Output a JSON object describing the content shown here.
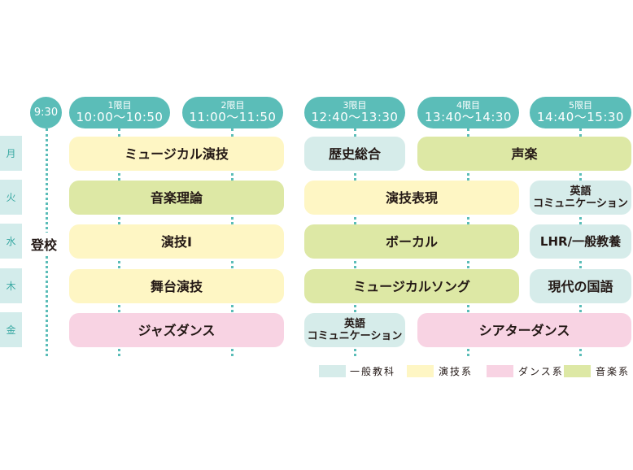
{
  "colors": {
    "header": "#5bbdb8",
    "general": "#d6ecea",
    "acting": "#fef6c4",
    "dance": "#f8d3e3",
    "music": "#dde8a5"
  },
  "arrival": {
    "time": "9:30",
    "label": "登校"
  },
  "periods": [
    {
      "name": "1限目",
      "time": "10:00〜10:50"
    },
    {
      "name": "2限目",
      "time": "11:00〜11:50"
    },
    {
      "name": "3限目",
      "time": "12:40〜13:30"
    },
    {
      "name": "4限目",
      "time": "13:40〜14:30"
    },
    {
      "name": "5限目",
      "time": "14:40〜15:30"
    }
  ],
  "days": [
    "月",
    "火",
    "水",
    "木",
    "金"
  ],
  "schedule": {
    "mon": {
      "am": "ミュージカル演技",
      "p3": "歴史総合",
      "p45": "声楽"
    },
    "tue": {
      "am": "音楽理論",
      "p34": "演技表現",
      "p5_line1": "英語",
      "p5_line2": "コミュニケーション"
    },
    "wed": {
      "am": "演技Ⅰ",
      "p34": "ボーカル",
      "p5": "LHR/一般教養"
    },
    "thu": {
      "am": "舞台演技",
      "p34": "ミュージカルソング",
      "p5": "現代の国語"
    },
    "fri": {
      "am": "ジャズダンス",
      "p3_line1": "英語",
      "p3_line2": "コミュニケーション",
      "p45": "シアターダンス"
    }
  },
  "legend": [
    {
      "label": "一般教科",
      "color": "#d6ecea"
    },
    {
      "label": "演技系",
      "color": "#fef6c4"
    },
    {
      "label": "ダンス系",
      "color": "#f8d3e3"
    },
    {
      "label": "音楽系",
      "color": "#dde8a5"
    }
  ]
}
